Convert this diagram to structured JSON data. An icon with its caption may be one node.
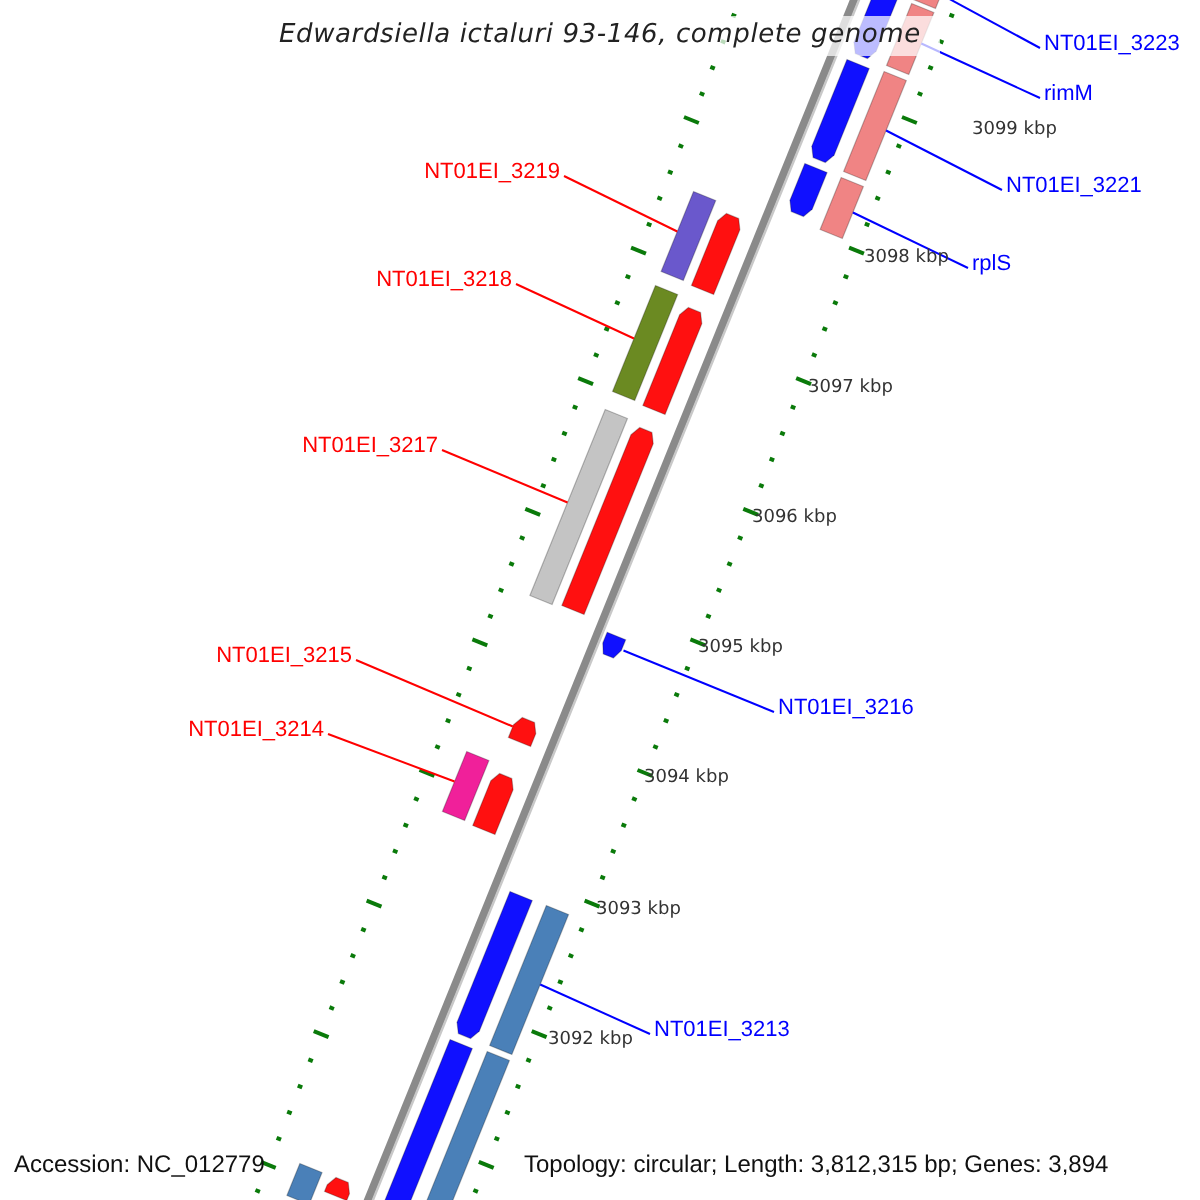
{
  "diagram": {
    "title": "Edwardsiella ictaluri 93-146, complete genome",
    "nodes": [
      {
        "text": [
          "NT01EI_3223"
        ]
      },
      {
        "text": [
          "rimM"
        ]
      },
      {
        "text": [
          "NT01EI_3221"
        ]
      },
      {
        "text": [
          "rplS"
        ]
      },
      {
        "text": [
          "NT01EI_3219"
        ]
      },
      {
        "text": [
          "NT01EI_3218"
        ]
      },
      {
        "text": [
          "NT01EI_3217"
        ]
      },
      {
        "text": [
          "NT01EI_3215"
        ]
      },
      {
        "text": [
          "NT01EI_3214"
        ]
      },
      {
        "text": [
          "NT01EI_3216"
        ]
      },
      {
        "text": [
          "NT01EI_3213"
        ]
      },
      {
        "text": [],
        "shape": "bar"
      },
      {
        "text": [],
        "shape": "bar"
      },
      {
        "text": [],
        "shape": "bar"
      },
      {
        "text": [],
        "shape": "bar"
      },
      {
        "text": [],
        "shape": "bar"
      },
      {
        "text": [],
        "shape": "bar"
      },
      {
        "text": [],
        "shape": "bar"
      },
      {
        "text": [],
        "shape": "bar"
      },
      {
        "text": [],
        "shape": "bar"
      },
      {
        "text": [],
        "shape": "bar"
      },
      {
        "text": [],
        "shape": "bar"
      },
      {
        "text": [],
        "shape": "bar"
      },
      {
        "text": [],
        "shape": "bar"
      },
      {
        "text": [],
        "shape": "bar"
      },
      {
        "text": [],
        "shape": "bar"
      },
      {
        "text": [],
        "shape": "bar"
      },
      {
        "text": [],
        "shape": "bar"
      },
      {
        "text": [],
        "shape": "bar"
      },
      {
        "text": [],
        "shape": "bar"
      },
      {
        "text": [],
        "shape": "bar"
      },
      {
        "text": [],
        "shape": "bar"
      },
      {
        "text": [],
        "shape": "bar"
      },
      {
        "text": [],
        "shape": "bar"
      }
    ],
    "edges": [
      {
        "from": 0,
        "to": 11,
        "arrow": "none"
      },
      {
        "from": 1,
        "to": 12,
        "arrow": "none"
      },
      {
        "from": 2,
        "to": 13,
        "arrow": "none"
      },
      {
        "from": 3,
        "to": 14,
        "arrow": "none"
      },
      {
        "from": 4,
        "to": 15,
        "arrow": "none",
        "color": "#ff0000"
      },
      {
        "from": 5,
        "to": 16,
        "arrow": "none",
        "color": "#ff0000"
      },
      {
        "from": 6,
        "to": 17,
        "arrow": "none",
        "color": "#ff0000"
      },
      {
        "from": 7,
        "to": 18,
        "arrow": "none",
        "color": "#ff0000"
      },
      {
        "from": 8,
        "to": 19,
        "arrow": "none",
        "color": "#ff0000"
      },
      {
        "from": 9,
        "to": 20,
        "arrow": "none"
      },
      {
        "from": 10,
        "to": 21,
        "arrow": "none"
      }
    ],
    "labels": [
      "3099 kbp",
      "3098 kbp",
      "3097 kbp",
      "3096 kbp",
      "3095 kbp",
      "3094 kbp",
      "3093 kbp",
      "3092 kbp",
      "Accession: NC_012779",
      "Topology: circular; Length: 3,812,315 bp; Genes: 3,894"
    ]
  }
}
